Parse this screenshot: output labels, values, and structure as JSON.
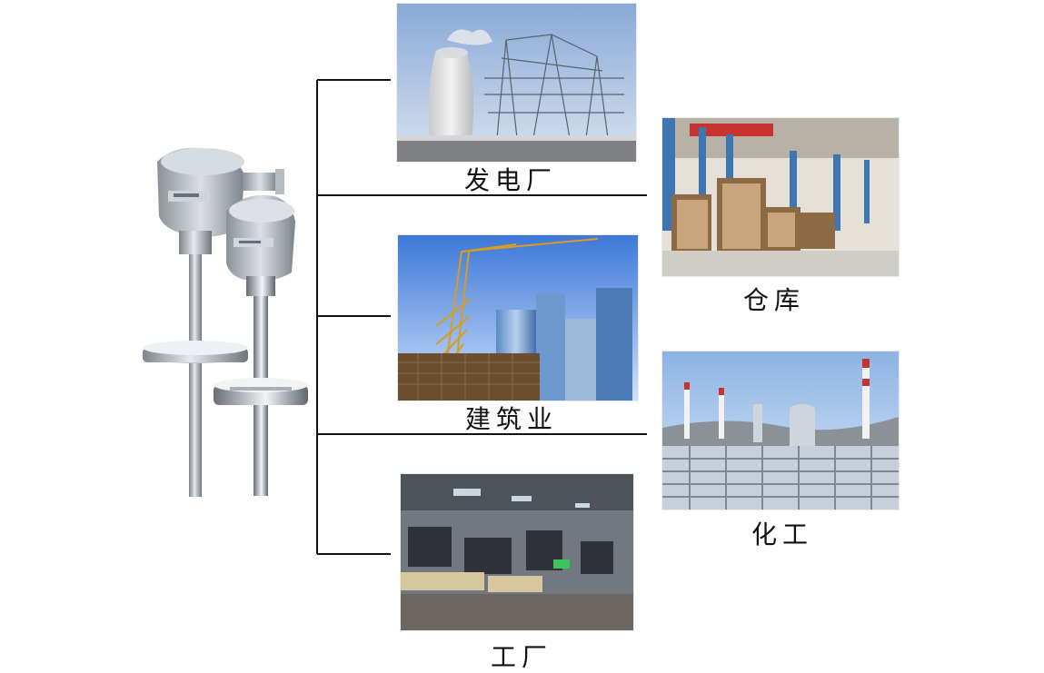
{
  "captions": {
    "power_plant": "发电厂",
    "warehouse": "仓库",
    "construction": "建筑业",
    "chemical": "化工",
    "factory": "工厂"
  },
  "icons": {
    "product": "thermocouple-sensor-icon",
    "power_plant": "power-plant-photo",
    "warehouse": "warehouse-photo",
    "construction": "construction-photo",
    "chemical": "chemical-plant-photo",
    "factory": "factory-photo"
  },
  "colors": {
    "line": "#111111",
    "sky": "#8fb8e8",
    "metal": "#b9bec5",
    "text": "#111111"
  }
}
